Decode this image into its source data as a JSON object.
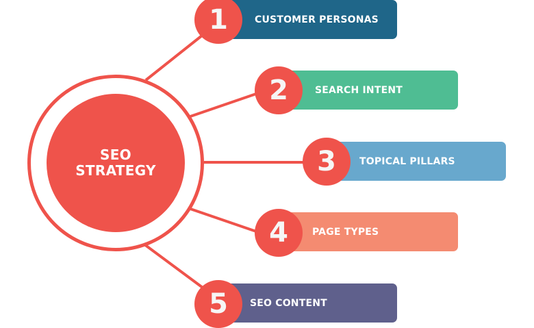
{
  "hub": {
    "line1": "SEO",
    "line2": "STRATEGY",
    "color": "#ef534b"
  },
  "steps": [
    {
      "number": "1",
      "label": "CUSTOMER PERSONAS",
      "color": "#1f6689"
    },
    {
      "number": "2",
      "label": "SEARCH INTENT",
      "color": "#4fbd93"
    },
    {
      "number": "3",
      "label": "TOPICAL PILLARS",
      "color": "#68a8cd"
    },
    {
      "number": "4",
      "label": "PAGE TYPES",
      "color": "#f48b71"
    },
    {
      "number": "5",
      "label": "SEO CONTENT",
      "color": "#5f608c"
    }
  ],
  "number_badge_color": "#ef534b"
}
